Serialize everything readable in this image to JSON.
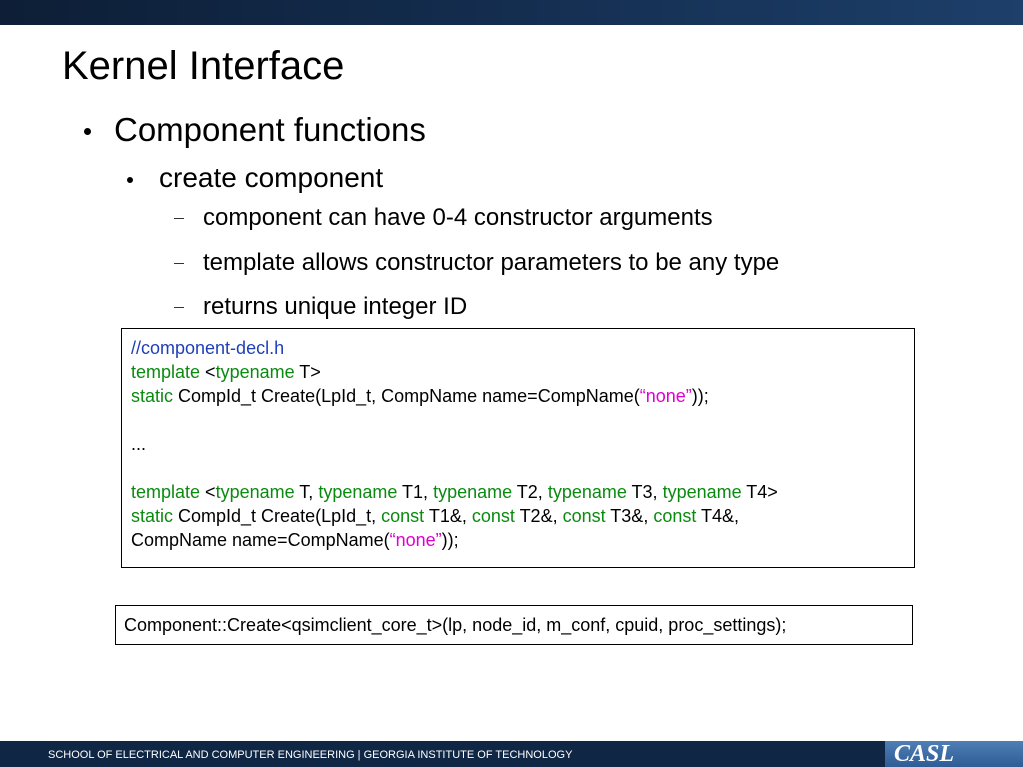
{
  "slide": {
    "title": "Kernel Interface",
    "bullets": {
      "level1": "Component functions",
      "level2": "create component",
      "level3": [
        "component can have 0-4 constructor arguments",
        "template allows constructor parameters to be any type",
        "returns unique integer ID"
      ]
    }
  },
  "code": {
    "line1": {
      "comment": "//component-decl.h"
    },
    "line2": {
      "kw_template": "template",
      "lt": " <",
      "kw_typename": "typename",
      "rest": " T>"
    },
    "line3": {
      "kw_static": "static",
      "mid": " CompId_t Create(LpId_t, CompName name=CompName(",
      "str": "“none”",
      "end": "));"
    },
    "line4": {
      "ellipsis": "..."
    },
    "line5": {
      "kw_template": "template",
      "p0": " <",
      "kw1": "typename",
      "p1": " T, ",
      "kw2": "typename",
      "p2": " T1, ",
      "kw3": "typename",
      "p3": " T2, ",
      "kw4": "typename",
      "p4": " T3, ",
      "kw5": "typename",
      "p5": " T4>"
    },
    "line6": {
      "kw_static": "static",
      "p0": " CompId_t Create(LpId_t, ",
      "kw1": "const",
      "p1": " T1&, ",
      "kw2": "const",
      "p2": " T2&, ",
      "kw3": "const",
      "p3": " T3&, ",
      "kw4": "const",
      "p4": " T4&,"
    },
    "line7": {
      "pre": "CompName name=CompName(",
      "str": "“none”",
      "end": "));"
    }
  },
  "call": {
    "text": "Component::Create<qsimclient_core_t>(lp, node_id, m_conf, cpuid, proc_settings);"
  },
  "footer": {
    "text": "SCHOOL OF ELECTRICAL AND COMPUTER ENGINEERING | GEORGIA INSTITUTE OF TECHNOLOGY",
    "logo": "CASL"
  },
  "colors": {
    "keyword": "#0b8a10",
    "comment": "#1f3fb8",
    "string": "#e000d0",
    "header_bar": "#132c4d",
    "footer_bar": "#0f2744"
  }
}
